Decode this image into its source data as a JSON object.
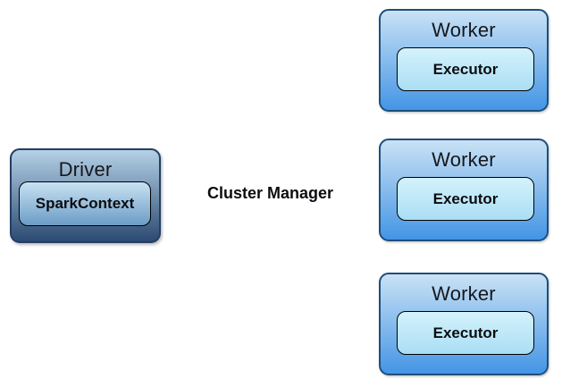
{
  "diagram": {
    "driver": {
      "title": "Driver",
      "child": "SparkContext"
    },
    "cluster_manager": {
      "label": "Cluster Manager"
    },
    "workers": [
      {
        "title": "Worker",
        "child": "Executor"
      },
      {
        "title": "Worker",
        "child": "Executor"
      },
      {
        "title": "Worker",
        "child": "Executor"
      }
    ],
    "colors": {
      "background": "#ffffff",
      "text": "#111111",
      "driver_gradient_top": "#b4d1e7",
      "driver_gradient_bottom": "#2c4a72",
      "driver_border": "#233f63",
      "spark_context_gradient_top": "#c8e2f2",
      "spark_context_gradient_bottom": "#6b9cc6",
      "worker_gradient_top": "#c9e2f5",
      "worker_gradient_bottom": "#4495e5",
      "worker_border": "#1f4e7d",
      "executor_gradient_top": "#d4f2fc",
      "executor_gradient_bottom": "#aadef4",
      "inner_border": "#000000"
    }
  }
}
